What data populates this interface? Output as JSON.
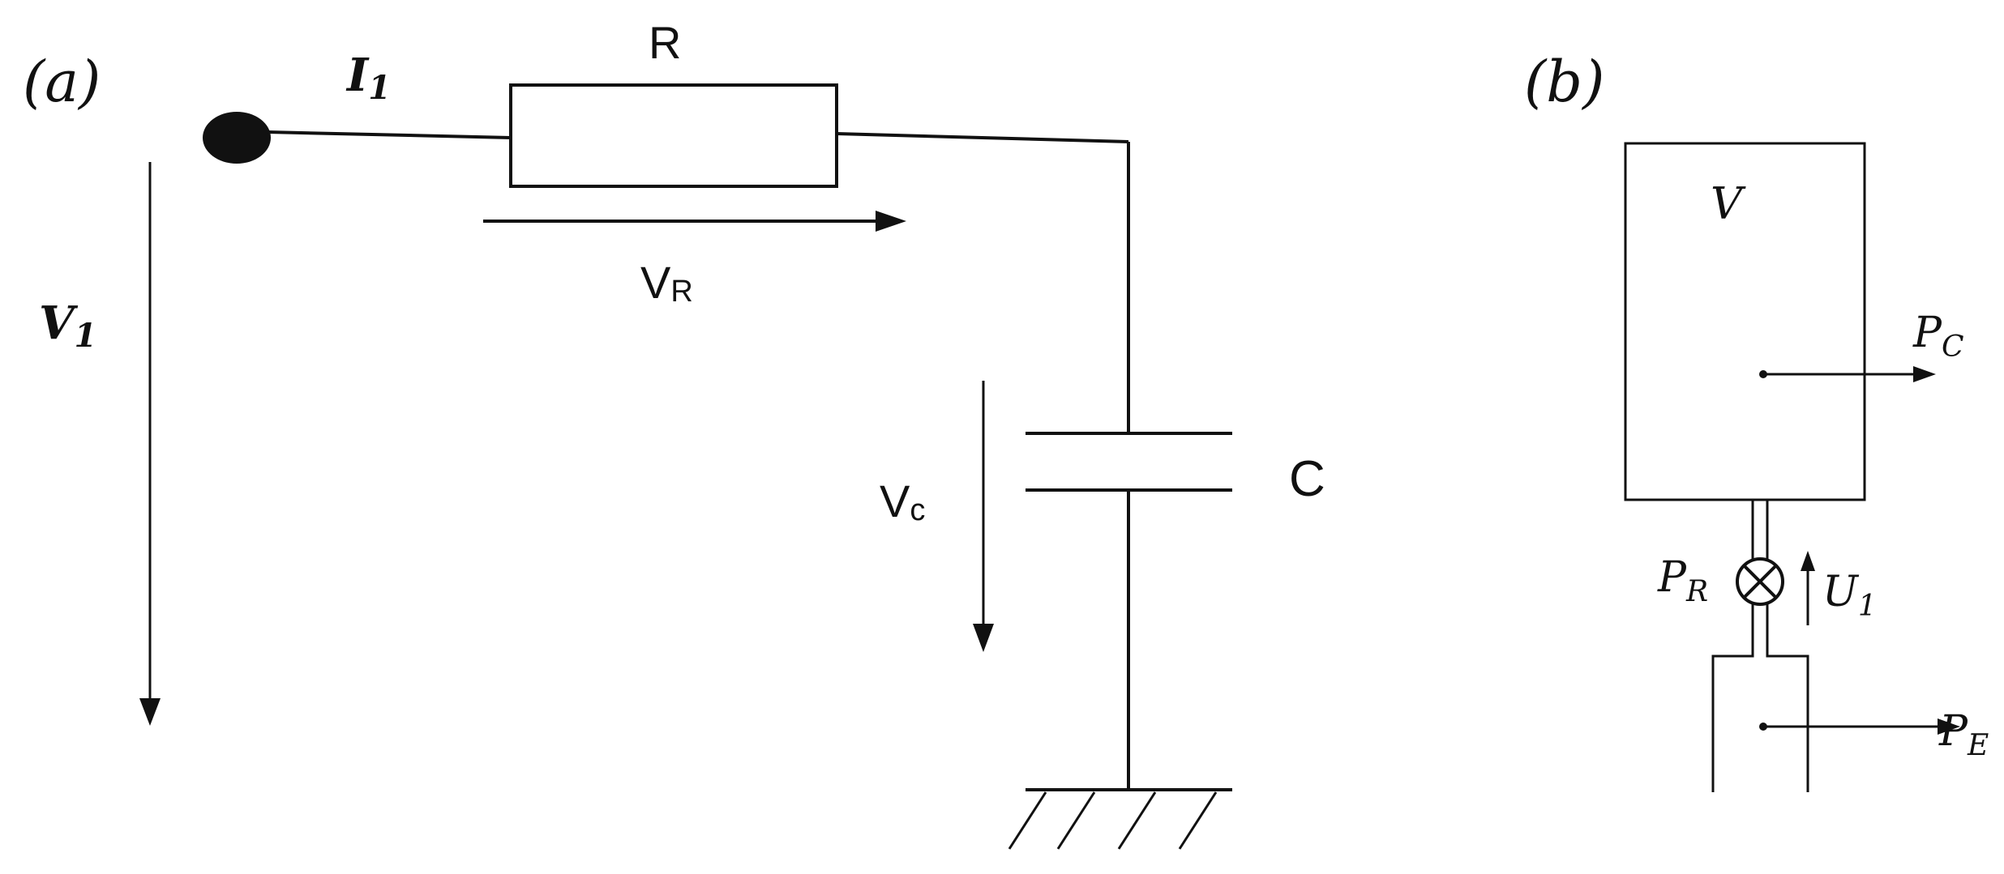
{
  "panel_a": {
    "label": "(a)",
    "current_label": "I",
    "current_sub": "1",
    "resistor_label": "R",
    "voltage_r_main": "V",
    "voltage_r_sub": "R",
    "voltage_1_main": "V",
    "voltage_1_sub": "1",
    "voltage_c_main": "V",
    "voltage_c_sub": "c",
    "capacitor_label": "C"
  },
  "panel_b": {
    "label": "(b)",
    "volume_label": "V",
    "pc_main": "P",
    "pc_sub": "C",
    "pr_main": "P",
    "pr_sub": "R",
    "u1_main": "U",
    "u1_sub": "1",
    "pe_main": "P",
    "pe_sub": "E"
  }
}
